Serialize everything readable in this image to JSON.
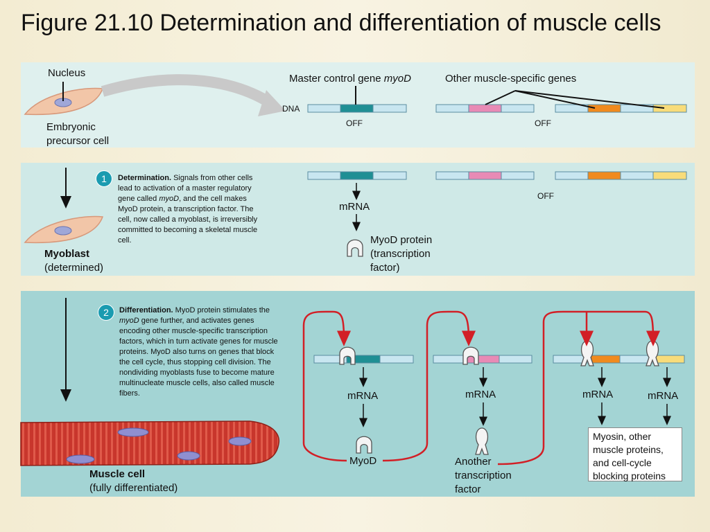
{
  "title": "Figure 21.10 Determination and differentiation of muscle cells",
  "panel1": {
    "nucleus": "Nucleus",
    "cell_label_1": "Embryonic",
    "cell_label_2": "precursor cell",
    "master_gene": "Master control gene ",
    "master_gene_italic": "myoD",
    "other_genes": "Other muscle-specific genes",
    "dna": "DNA",
    "off_1": "OFF",
    "off_2": "OFF"
  },
  "panel2": {
    "step": "1",
    "heading": "Determination.",
    "text_a": " Signals from other cells lead to activation of a master regulatory gene called ",
    "text_italic": "myoD",
    "text_b": ", and the cell makes MyoD protein, a transcription factor. The cell, now called a myoblast, is irreversibly committed to becoming a skeletal muscle cell.",
    "cell_bold": "Myoblast",
    "cell_sub": "(determined)",
    "mrna": "mRNA",
    "protein_1": "MyoD protein",
    "protein_2": "(transcription",
    "protein_3": "factor)",
    "off": "OFF"
  },
  "panel3": {
    "step": "2",
    "heading": "Differentiation.",
    "text_a": " MyoD protein stimulates the ",
    "text_italic": "myoD",
    "text_b": " gene further, and activates genes encoding other muscle-specific transcription factors, which in turn activate genes for muscle proteins. MyoD also turns on genes that block the cell cycle, thus stopping cell division. The nondividing myoblasts fuse to become mature multinucleate muscle cells, also called muscle fibers.",
    "cell_bold": "Muscle cell",
    "cell_sub": "(fully differentiated)",
    "mrna_1": "mRNA",
    "mrna_2": "mRNA",
    "mrna_3": "mRNA",
    "mrna_4": "mRNA",
    "myod": "MyoD",
    "another_1": "Another",
    "another_2": "transcription",
    "another_3": "factor",
    "result_1": "Myosin, other",
    "result_2": "muscle proteins,",
    "result_3": "and cell-cycle",
    "result_4": "blocking proteins"
  },
  "colors": {
    "dna_strand": "#c8e6f0",
    "myod_segment": "#1f8f94",
    "pink_segment": "#e88ab5",
    "orange_segment": "#f08a1e",
    "yellow_segment": "#f8dc7a",
    "arrow_red": "#d21f26",
    "cell_fill": "#f2c6a8",
    "nucleus_fill": "#9fa7d8",
    "muscle_fill": "#cc3a2e"
  }
}
